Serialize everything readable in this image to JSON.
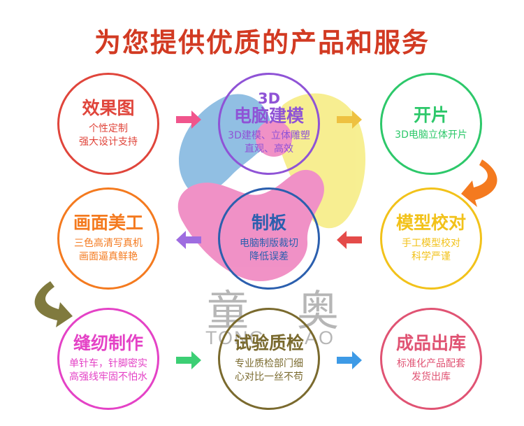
{
  "title": "为您提供优质的产品和服务",
  "watermark": {
    "char1": "童",
    "char2": "奥",
    "en1": "TONG",
    "en2": "AO"
  },
  "steps": [
    {
      "title": "效果图",
      "lines": [
        "个性定制",
        "强大设计支持"
      ],
      "color": "#e0453b"
    },
    {
      "sub": "3D",
      "title": "电脑建模",
      "lines": [
        "3D建模、立体雕塑",
        "直观、高效"
      ],
      "color": "#8f53d6"
    },
    {
      "title": "开片",
      "lines": [
        "3D电脑立体开片"
      ],
      "color": "#2dc86a"
    },
    {
      "title": "画面美工",
      "lines": [
        "三色高清写真机",
        "画面逼真鲜艳"
      ],
      "color": "#f47a1f"
    },
    {
      "title": "制板",
      "lines": [
        "电脑制版裁切",
        "降低误差"
      ],
      "color": "#2b5fae"
    },
    {
      "title": "模型校对",
      "lines": [
        "手工模型校对",
        "科学严谨"
      ],
      "color": "#f2c21a"
    },
    {
      "title": "缝纫制作",
      "lines": [
        "单针车，针脚密实",
        "高强线牢固不怕水"
      ],
      "color": "#e442c6"
    },
    {
      "title": "试验质检",
      "lines": [
        "专业质检部门细",
        "心对比一丝不苟"
      ],
      "color": "#7a6a2e"
    },
    {
      "title": "成品出库",
      "lines": [
        "标准化产品配套",
        "发货出库"
      ],
      "color": "#e05373"
    }
  ],
  "colors": {
    "title": "#d23a22",
    "arrow_pink": "#f0558c",
    "arrow_yellow": "#eec141",
    "arrow_orange": "#f47a1f",
    "arrow_purple": "#9e6ce0",
    "arrow_red": "#e44b49",
    "arrow_olive": "#807a3e",
    "arrow_green": "#3ccf74",
    "arrow_blue": "#3d9ae6",
    "logo_blue": "#8cbce2",
    "logo_yellow": "#f7ee8c",
    "logo_pink": "#f08cc3"
  }
}
